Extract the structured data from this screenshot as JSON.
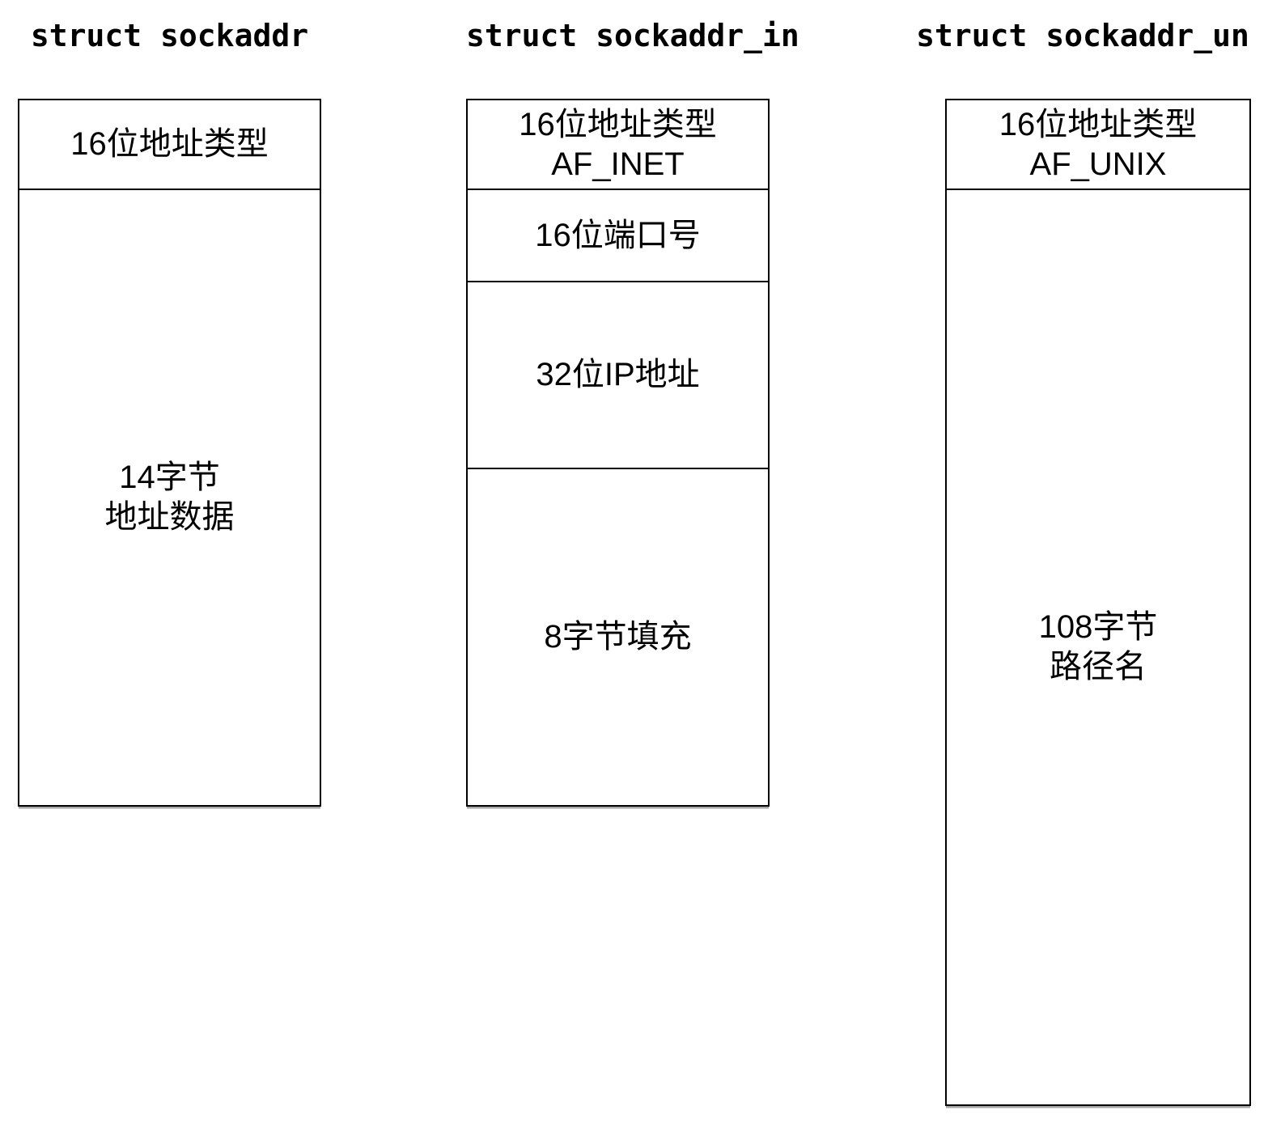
{
  "page": {
    "background_color": "#ffffff",
    "text_color": "#000000",
    "border_color": "#000000"
  },
  "structs": [
    {
      "title": "struct sockaddr",
      "cells": [
        {
          "lines": [
            "16位地址类型"
          ]
        },
        {
          "lines": [
            "14字节",
            "地址数据"
          ]
        }
      ]
    },
    {
      "title": "struct sockaddr_in",
      "cells": [
        {
          "lines": [
            "16位地址类型",
            "AF_INET"
          ]
        },
        {
          "lines": [
            "16位端口号"
          ]
        },
        {
          "lines": [
            "32位IP地址"
          ]
        },
        {
          "lines": [
            "8字节填充"
          ]
        }
      ]
    },
    {
      "title": "struct sockaddr_un",
      "cells": [
        {
          "lines": [
            "16位地址类型",
            "AF_UNIX"
          ]
        },
        {
          "lines": [
            "108字节",
            "路径名"
          ]
        }
      ]
    }
  ]
}
